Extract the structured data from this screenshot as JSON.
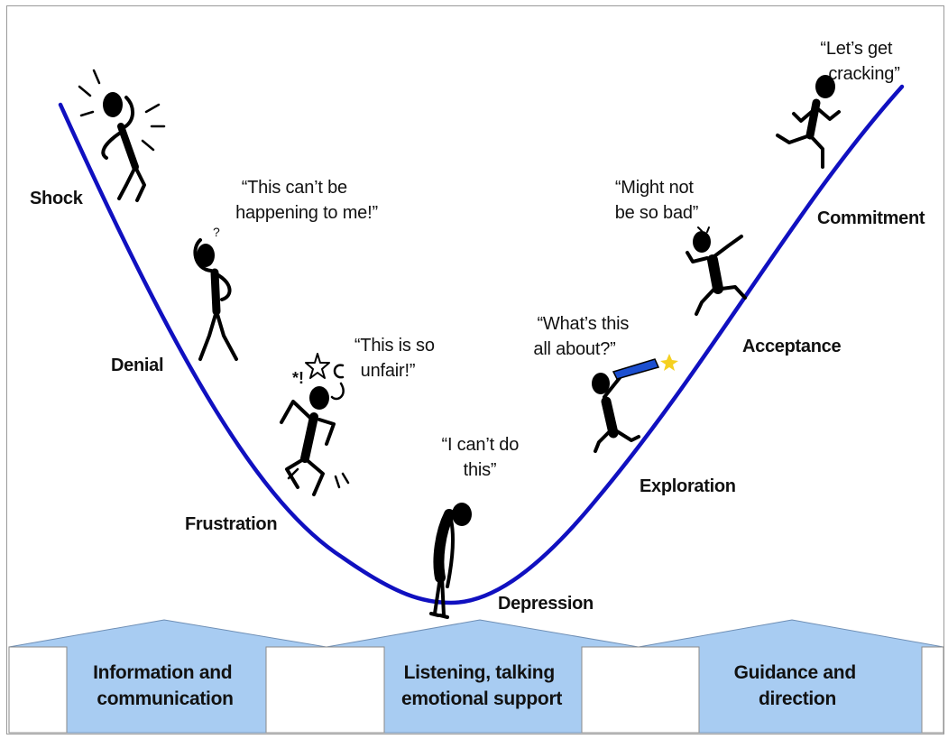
{
  "curve_color": "#1010c0",
  "box_fill": "#a8ccf2",
  "stages": {
    "shock": "Shock",
    "denial": "Denial",
    "frustration": "Frustration",
    "depression": "Depression",
    "exploration": "Exploration",
    "acceptance": "Acceptance",
    "commitment": "Commitment"
  },
  "quotes": {
    "denial": [
      "“This can’t be",
      "happening to me!”"
    ],
    "frustration": [
      "“This is so",
      "unfair!”"
    ],
    "depression": [
      "“I can’t do",
      "this”"
    ],
    "exploration": [
      "“What’s this",
      "all about?”"
    ],
    "acceptance": [
      "“Might not",
      "be so bad”"
    ],
    "commitment": [
      "“Let’s get",
      "cracking”"
    ]
  },
  "support_boxes": [
    [
      "Information and",
      "communication"
    ],
    [
      "Listening, talking",
      "emotional support"
    ],
    [
      "Guidance and",
      "direction"
    ]
  ]
}
